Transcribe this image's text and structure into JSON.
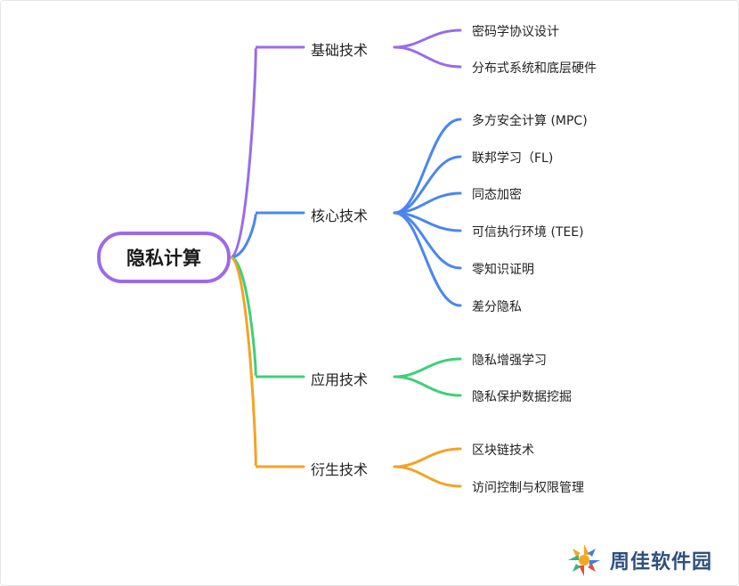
{
  "root": {
    "label": "隐私计算",
    "color": "#9b6be8"
  },
  "branches": [
    {
      "label": "基础技术",
      "color": "#9b6be8",
      "children": [
        "密码学协议设计",
        "分布式系统和底层硬件"
      ]
    },
    {
      "label": "核心技术",
      "color": "#4a86f0",
      "children": [
        "多方安全计算 (MPC)",
        "联邦学习（FL)",
        "同态加密",
        "可信执行环境 (TEE)",
        "零知识证明",
        "差分隐私"
      ]
    },
    {
      "label": "应用技术",
      "color": "#3fcf7a",
      "children": [
        "隐私增强学习",
        "隐私保护数据挖掘"
      ]
    },
    {
      "label": "衍生技术",
      "color": "#f4a322",
      "children": [
        "区块链技术",
        "访问控制与权限管理"
      ]
    }
  ],
  "watermark": {
    "text": "周佳软件园"
  }
}
